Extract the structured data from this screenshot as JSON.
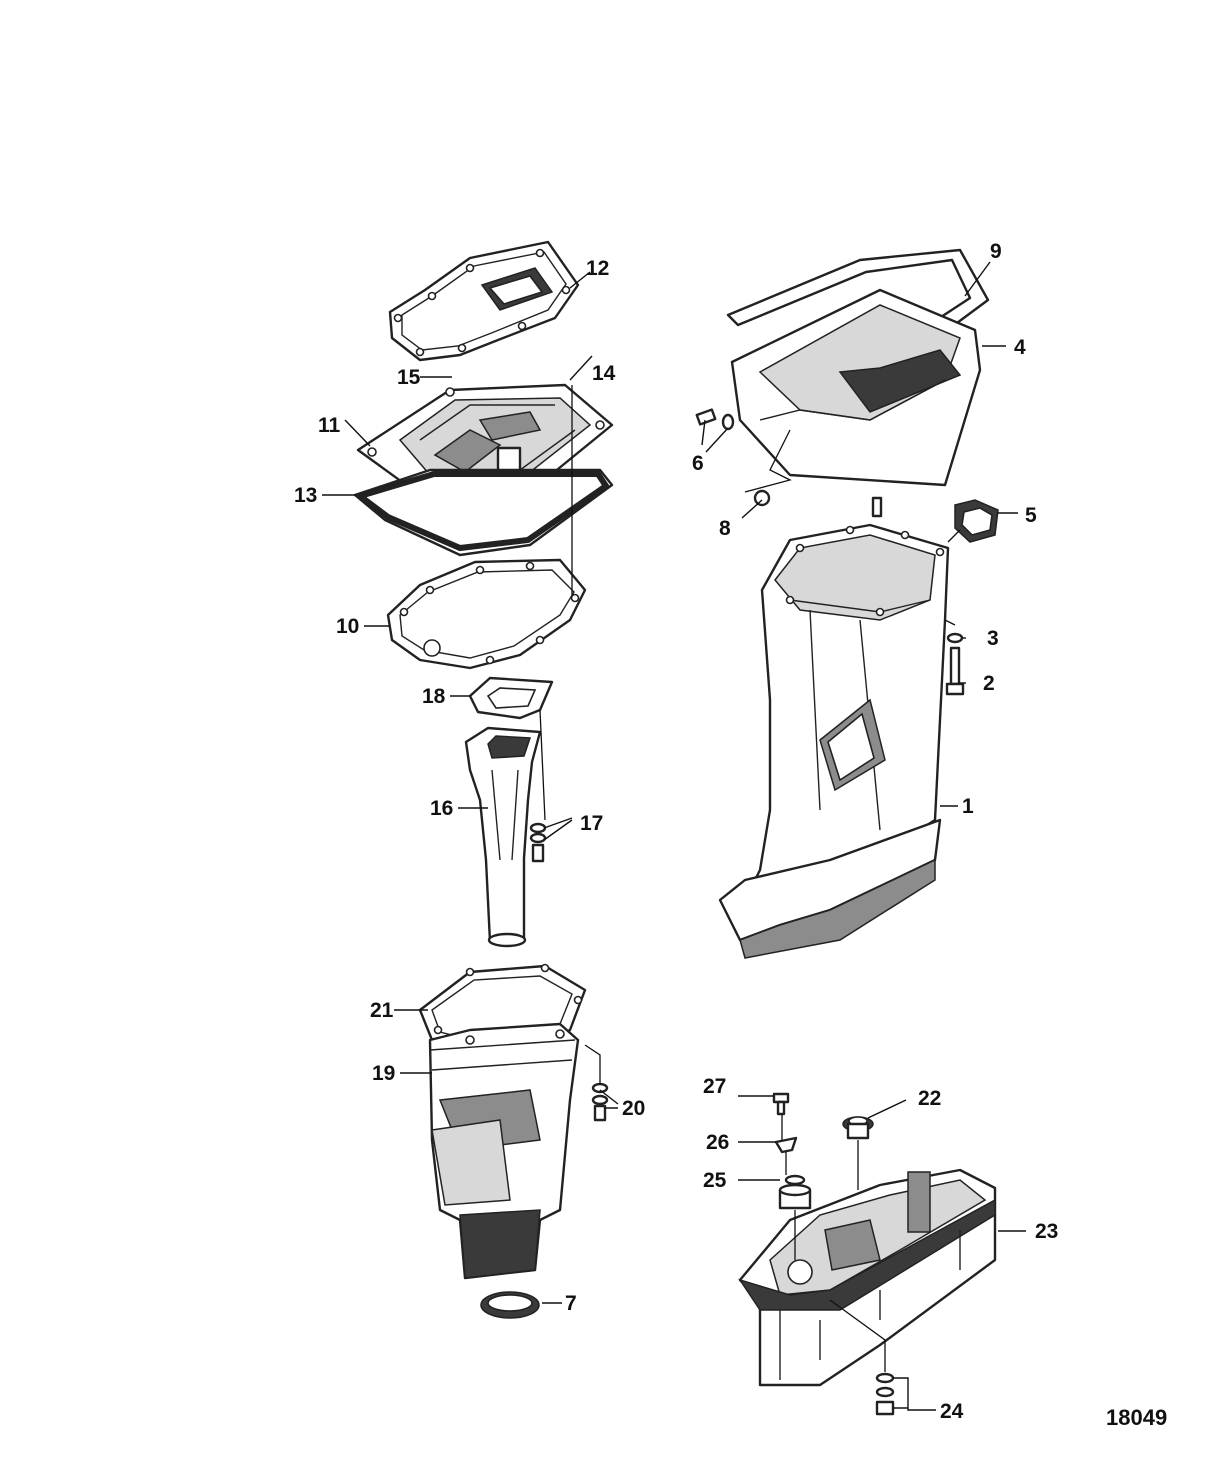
{
  "diagram_id": "18049",
  "callouts": {
    "c1": "1",
    "c2": "2",
    "c3": "3",
    "c4": "4",
    "c5": "5",
    "c6": "6",
    "c7": "7",
    "c8": "8",
    "c9": "9",
    "c10": "10",
    "c11": "11",
    "c12": "12",
    "c13": "13",
    "c14": "14",
    "c15": "15",
    "c16": "16",
    "c17": "17",
    "c18": "18",
    "c19": "19",
    "c20": "20",
    "c21": "21",
    "c22": "22",
    "c23": "23",
    "c24": "24",
    "c25": "25",
    "c26": "26",
    "c27": "27"
  }
}
